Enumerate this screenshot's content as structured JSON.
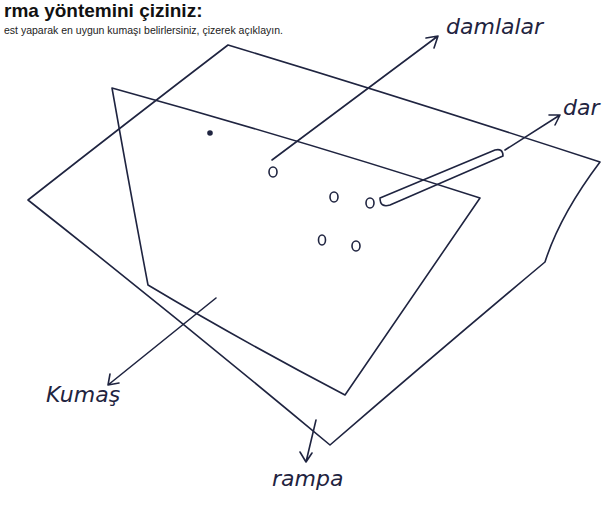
{
  "diagram": {
    "title": "rma yöntemini çiziniz:",
    "labels": [
      "est yaparak en uygun kumaşı belirlersiniz, çizerek açıklayın.",
      "damlalar",
      "dar",
      "Kumaş",
      "rampa"
    ]
  }
}
